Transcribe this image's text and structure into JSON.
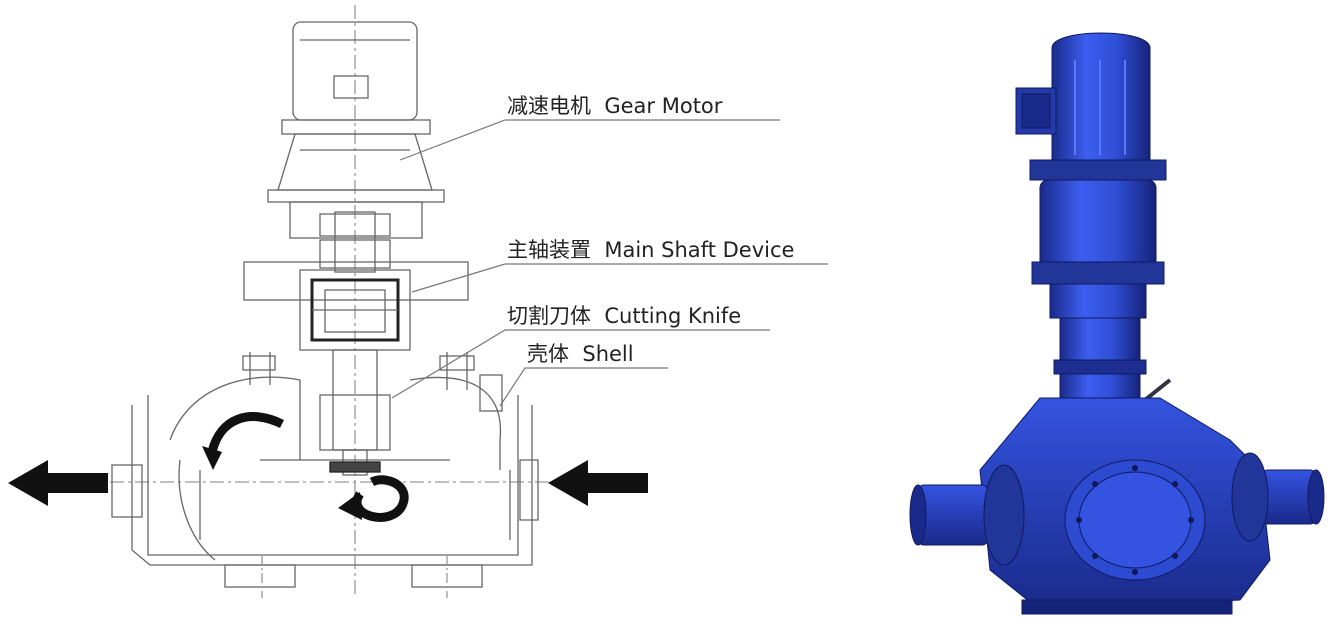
{
  "callouts": [
    {
      "zh": "减速电机",
      "en": "Gear Motor"
    },
    {
      "zh": "主轴装置",
      "en": "Main Shaft Device"
    },
    {
      "zh": "切割刀体",
      "en": "Cutting Knife"
    },
    {
      "zh": "壳体",
      "en": "Shell"
    }
  ],
  "colors": {
    "line": "#555555",
    "arrow": "#111111",
    "machine_blue": "#2f4fd6",
    "machine_dark": "#1a2a8a"
  }
}
